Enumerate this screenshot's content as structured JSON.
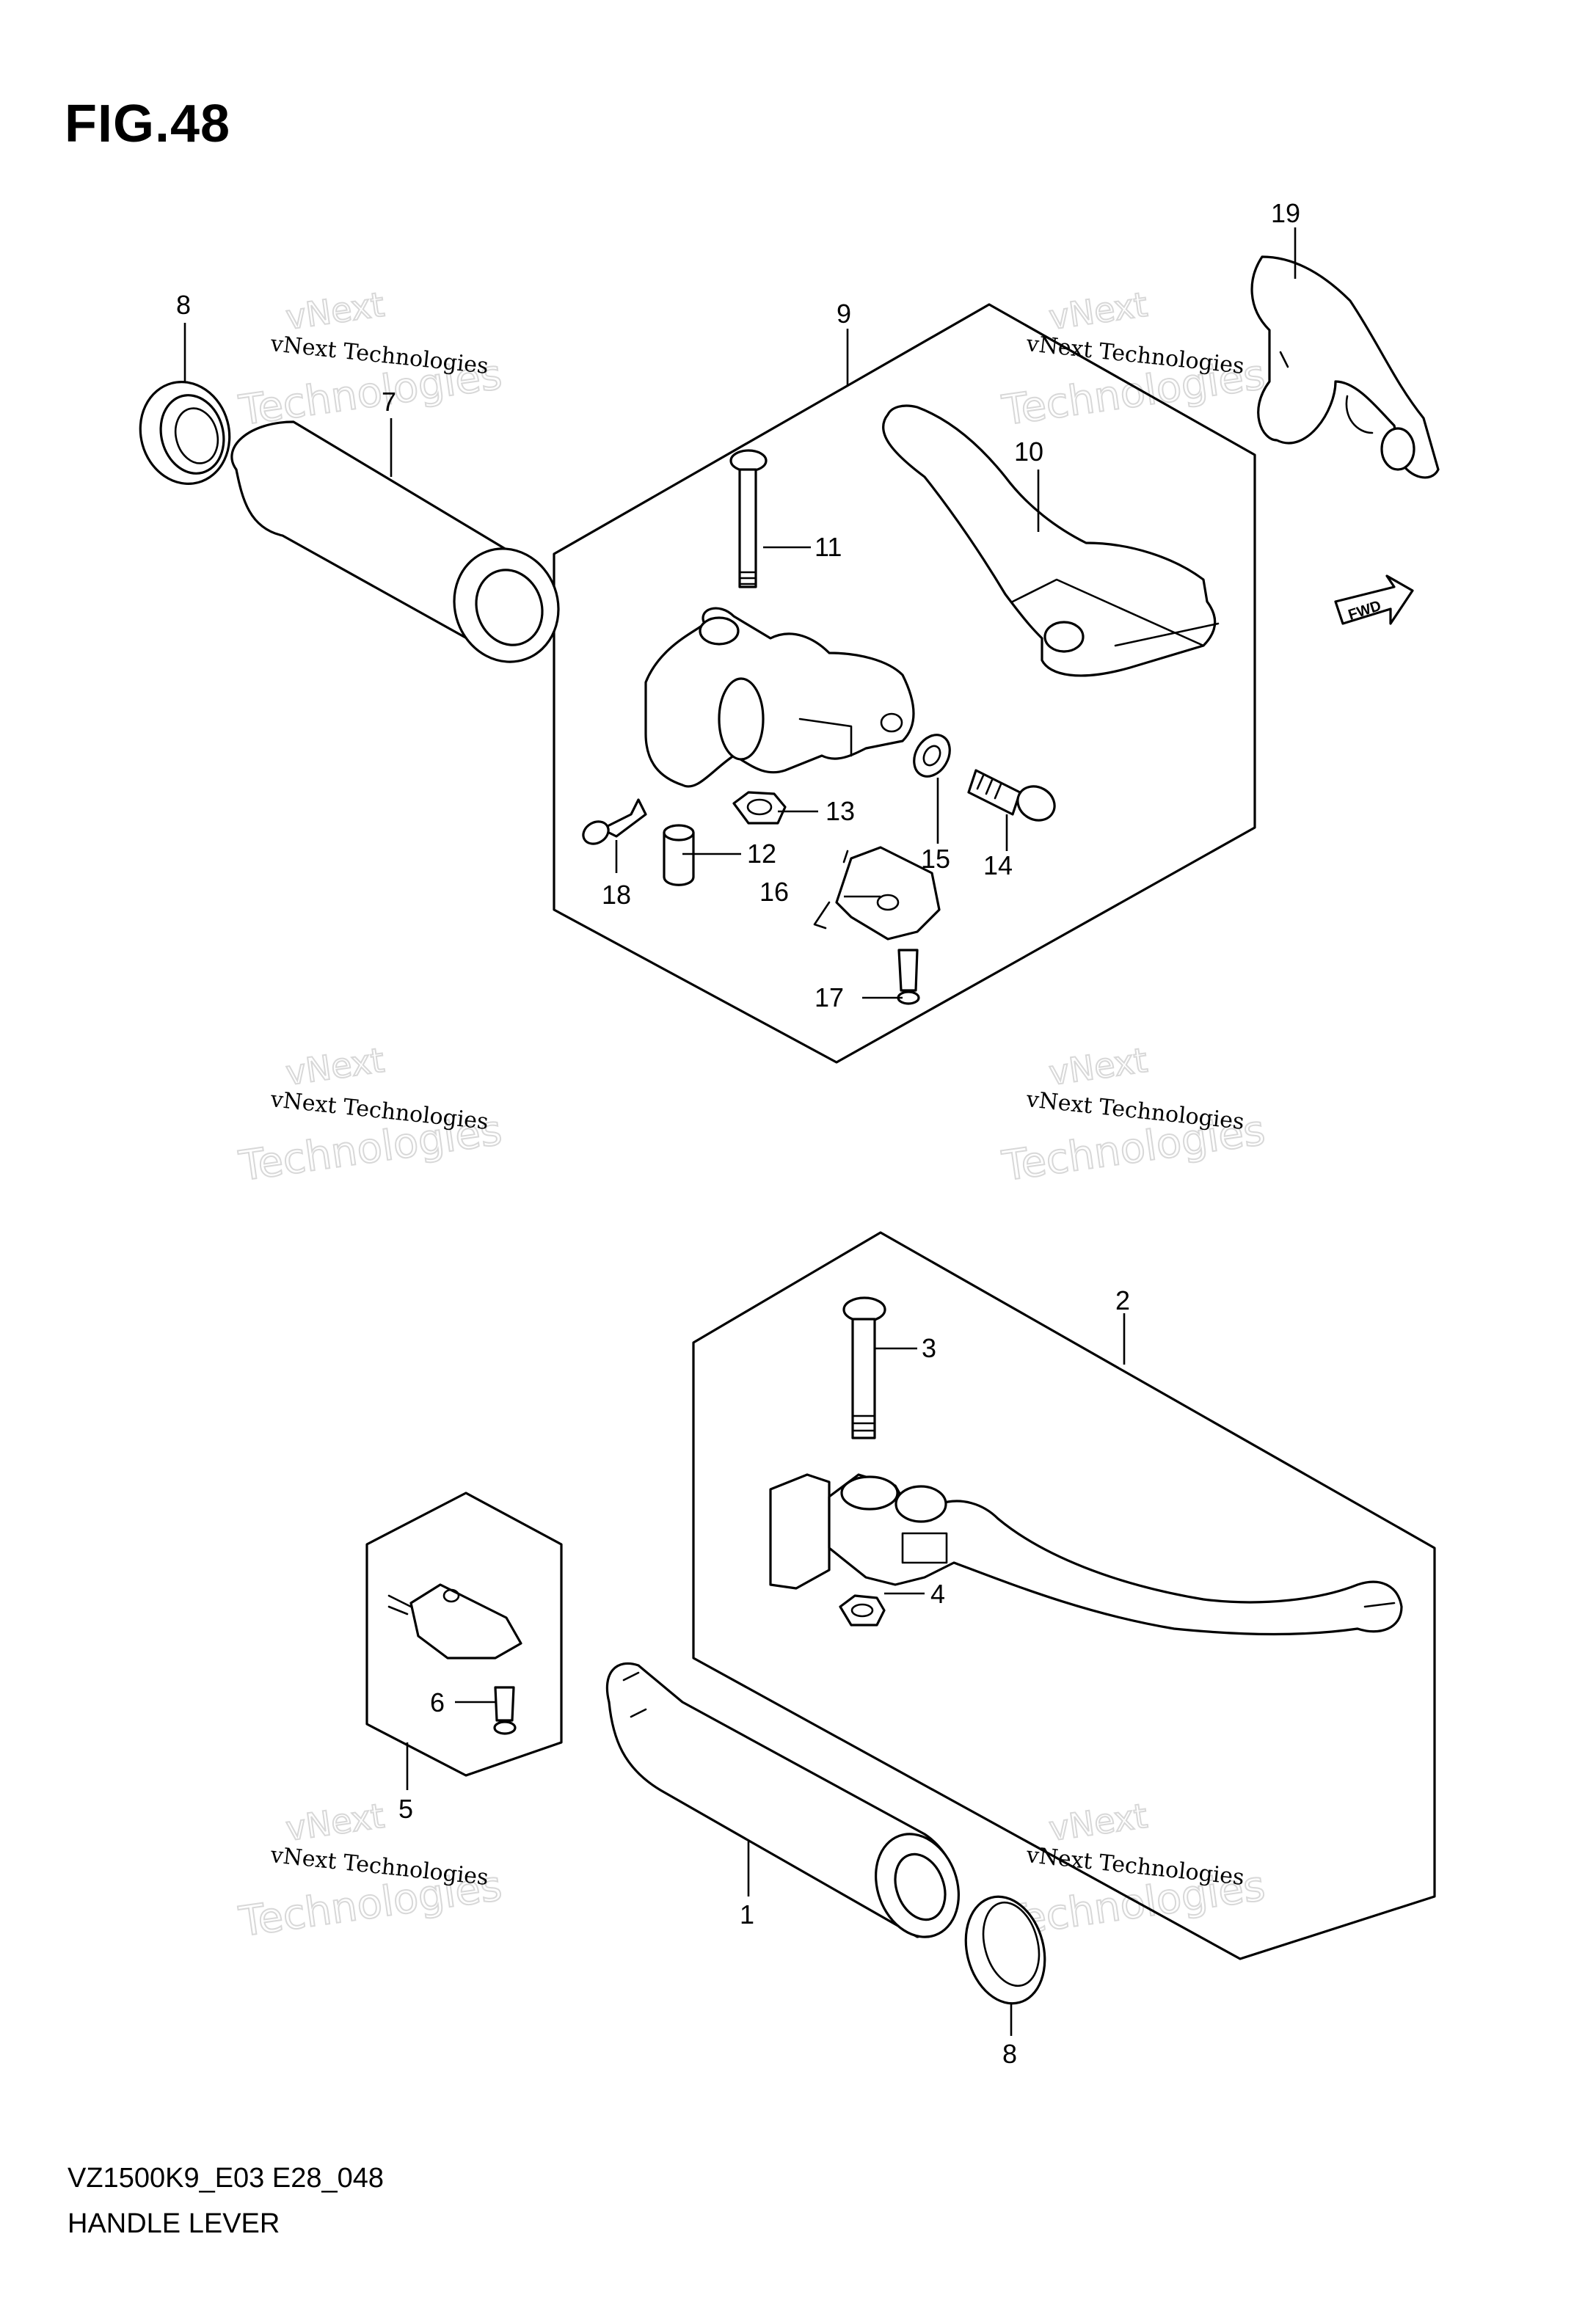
{
  "figure": {
    "title": "FIG.48",
    "model_code": "VZ1500K9_E03 E28_048",
    "name": "HANDLE LEVER"
  },
  "watermark": {
    "line1": "vNext Technologies",
    "line2": "vNext",
    "line3": "Technologies"
  },
  "direction_tag": "FWD",
  "callouts": [
    {
      "number": "1",
      "name": "grip"
    },
    {
      "number": "2",
      "name": "lever-assembly-lower"
    },
    {
      "number": "3",
      "name": "pivot-bolt-lower"
    },
    {
      "number": "4",
      "name": "nut-lower"
    },
    {
      "number": "5",
      "name": "switch-assembly"
    },
    {
      "number": "6",
      "name": "switch-screw"
    },
    {
      "number": "7",
      "name": "grip-upper"
    },
    {
      "number": "8",
      "name": "end-cap-upper"
    },
    {
      "number": "8",
      "name": "end-cap-lower"
    },
    {
      "number": "9",
      "name": "lever-assembly-upper"
    },
    {
      "number": "10",
      "name": "clutch-lever"
    },
    {
      "number": "11",
      "name": "pivot-bolt-upper"
    },
    {
      "number": "12",
      "name": "spacer"
    },
    {
      "number": "13",
      "name": "nut-upper"
    },
    {
      "number": "14",
      "name": "adjuster-bolt"
    },
    {
      "number": "15",
      "name": "adjuster-nut"
    },
    {
      "number": "16",
      "name": "switch-upper"
    },
    {
      "number": "17",
      "name": "switch-screw-upper"
    },
    {
      "number": "18",
      "name": "holder-bolt"
    },
    {
      "number": "19",
      "name": "boot"
    }
  ]
}
